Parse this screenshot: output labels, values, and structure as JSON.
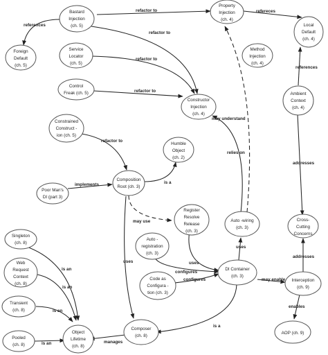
{
  "nodes": [
    {
      "id": "bastard",
      "lines": [
        "Bastard",
        "Injection",
        "(ch. 5)"
      ]
    },
    {
      "id": "foreign",
      "lines": [
        "Foreign",
        "Default",
        "(ch. 5)"
      ]
    },
    {
      "id": "service",
      "lines": [
        "Service",
        "Locator",
        "(ch. 5)"
      ]
    },
    {
      "id": "control",
      "lines": [
        "Control",
        "Freak (ch. 5)"
      ]
    },
    {
      "id": "property",
      "lines": [
        "Property",
        "Injection",
        "(ch. 4)"
      ]
    },
    {
      "id": "local",
      "lines": [
        "Local",
        "Default",
        "(ch. 4)"
      ]
    },
    {
      "id": "method",
      "lines": [
        "Method",
        "Injection",
        "(ch. 4)"
      ]
    },
    {
      "id": "ambient",
      "lines": [
        "Ambient",
        "Context",
        "(ch. 4)"
      ]
    },
    {
      "id": "ctor",
      "lines": [
        "Constructor",
        "Injection",
        "(ch. 4)"
      ]
    },
    {
      "id": "constrained",
      "lines": [
        "Constrained",
        "Construct -",
        "ion (ch. 5)"
      ]
    },
    {
      "id": "humble",
      "lines": [
        "Humble",
        "Object",
        "(ch. 2)"
      ]
    },
    {
      "id": "poorman",
      "lines": [
        "Poor Man's",
        "DI (part 3)"
      ]
    },
    {
      "id": "root",
      "lines": [
        "Composition",
        "Root (ch. 3)"
      ]
    },
    {
      "id": "rrr",
      "lines": [
        "Register",
        "Resolve",
        "Release",
        "(ch. 3)"
      ]
    },
    {
      "id": "autowiring",
      "lines": [
        "Auto -wiring",
        "(ch. 3)"
      ]
    },
    {
      "id": "crosscut",
      "lines": [
        "Cross-",
        "Cutting",
        "Concerns"
      ]
    },
    {
      "id": "autoreg",
      "lines": [
        "Auto -",
        "registration",
        "(ch. 3)"
      ]
    },
    {
      "id": "singleton",
      "lines": [
        "Singleton",
        "(ch. 8)"
      ]
    },
    {
      "id": "webreq",
      "lines": [
        "Web",
        "Request",
        "Context",
        "(ch. 8)"
      ]
    },
    {
      "id": "dicontainer",
      "lines": [
        "DI Container",
        "(ch. 3)"
      ]
    },
    {
      "id": "interception",
      "lines": [
        "Interception",
        "(ch. 9)"
      ]
    },
    {
      "id": "codeasconfig",
      "lines": [
        "Code as",
        "Configura -",
        "tion (ch. 3)"
      ]
    },
    {
      "id": "transient",
      "lines": [
        "Transient",
        "(ch. 8)"
      ]
    },
    {
      "id": "aop",
      "lines": [
        "AOP (ch. 9)"
      ]
    },
    {
      "id": "composer",
      "lines": [
        "Composer",
        "(ch. 8)"
      ]
    },
    {
      "id": "pooled",
      "lines": [
        "Pooled",
        "(ch. 8)"
      ]
    },
    {
      "id": "lifetime",
      "lines": [
        "Object",
        "Lifetime",
        "(ch. 8)"
      ]
    }
  ],
  "edges": [
    {
      "id": "e-bastard-property",
      "label": "refactor to"
    },
    {
      "id": "e-bastard-foreign",
      "label": "references"
    },
    {
      "id": "e-bastard-ctor",
      "label": "refactor to"
    },
    {
      "id": "e-service-ctor",
      "label": "refactor to"
    },
    {
      "id": "e-control-ctor",
      "label": "refactor to"
    },
    {
      "id": "e-property-local",
      "label": "refereces"
    },
    {
      "id": "e-ambient-local",
      "label": "references"
    },
    {
      "id": "e-constrained-root",
      "label": "refactor to"
    },
    {
      "id": "e-root-humble",
      "label": "is a"
    },
    {
      "id": "e-poorman-root",
      "label": "implements"
    },
    {
      "id": "e-autowiring-ctor",
      "label": "relies on"
    },
    {
      "id": "e-autowiring-property",
      "label": "may understand"
    },
    {
      "id": "e-ambient-crosscut",
      "label": "addresses"
    },
    {
      "id": "e-root-rrr",
      "label": "may use"
    },
    {
      "id": "e-root-composer",
      "label": "uses"
    },
    {
      "id": "e-dicontainer-autowiring",
      "label": "uses"
    },
    {
      "id": "e-interception-crosscut",
      "label": "addresses"
    },
    {
      "id": "e-rrr-dicontainer",
      "label": "uses"
    },
    {
      "id": "e-autoreg-dicontainer",
      "label": "configures"
    },
    {
      "id": "e-codeasconfig-dicontainer",
      "label": "configures"
    },
    {
      "id": "e-dicontainer-interception",
      "label": "may enable"
    },
    {
      "id": "e-interception-aop",
      "label": "enables"
    },
    {
      "id": "e-singleton-lifetime",
      "label": "is an"
    },
    {
      "id": "e-webreq-lifetime",
      "label": "is an"
    },
    {
      "id": "e-transient-lifetime",
      "label": "is an"
    },
    {
      "id": "e-pooled-lifetime",
      "label": "is an"
    },
    {
      "id": "e-composer-lifetime",
      "label": "manages"
    },
    {
      "id": "e-dicontainer-composer",
      "label": "is a"
    }
  ]
}
